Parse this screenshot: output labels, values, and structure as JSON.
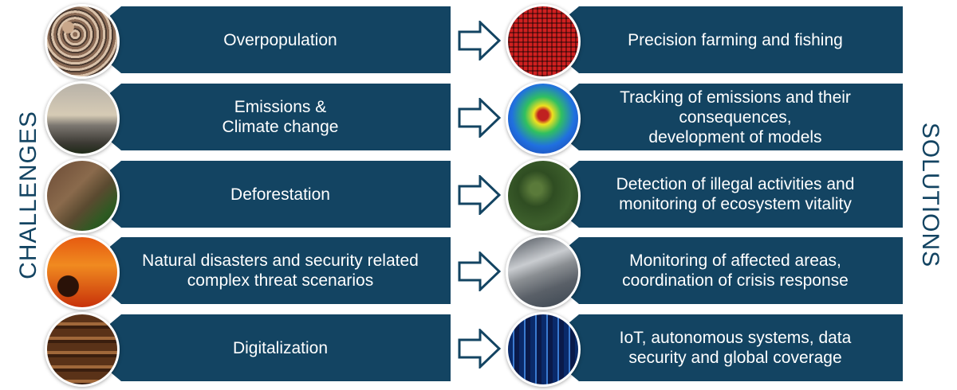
{
  "labels": {
    "left": "CHALLENGES",
    "right": "SOLUTIONS"
  },
  "colors": {
    "box": "#134462",
    "text": "#ffffff"
  },
  "rows": [
    {
      "challenge": "Overpopulation",
      "challenge_image": "crowd-image",
      "solution": "Precision farming and fishing",
      "solution_image": "farmland-satellite-image"
    },
    {
      "challenge": "Emissions &\nClimate change",
      "challenge_image": "power-plant-image",
      "solution": "Tracking of emissions and their\nconsequences,\ndevelopment of models",
      "solution_image": "emissions-map-image"
    },
    {
      "challenge": "Deforestation",
      "challenge_image": "deforestation-image",
      "solution": "Detection of illegal activities and\nmonitoring of ecosystem vitality",
      "solution_image": "forest-satellite-image"
    },
    {
      "challenge": "Natural disasters and security related\ncomplex threat scenarios",
      "challenge_image": "wildfire-image",
      "solution": "Monitoring of affected areas,\ncoordination of crisis response",
      "solution_image": "smoke-satellite-image"
    },
    {
      "challenge": "Digitalization",
      "challenge_image": "library-image",
      "solution": "IoT, autonomous systems, data\nsecurity and global coverage",
      "solution_image": "binary-code-image"
    }
  ]
}
